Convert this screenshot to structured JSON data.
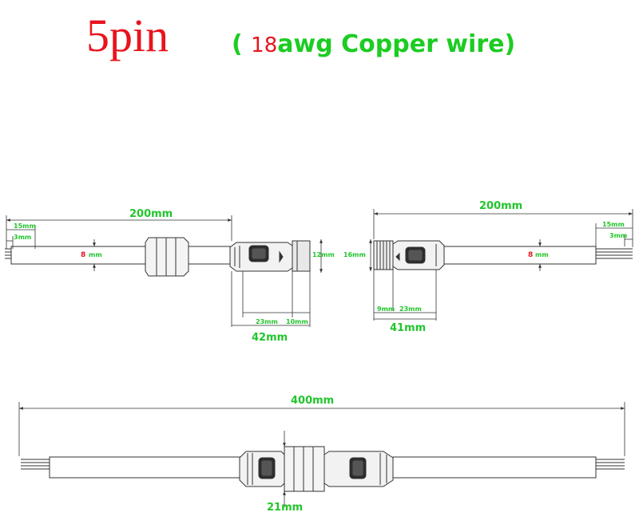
{
  "title": {
    "pin_count": "5pin",
    "open_paren": "(",
    "awg": "18",
    "wire_type": "awg Copper wire)"
  },
  "male_cable": {
    "length": "200mm",
    "strip_length": "15mm",
    "tin_length": "3mm",
    "wire_diameter_value": "8",
    "wire_diameter_unit": "mm",
    "connector_diameter": "12mm",
    "body_length": "23mm",
    "tip_length": "10mm",
    "total_length": "42mm"
  },
  "female_cable": {
    "length": "200mm",
    "strip_length": "15mm",
    "tin_length": "3mm",
    "wire_diameter_value": "8",
    "wire_diameter_unit": "mm",
    "connector_diameter": "16mm",
    "thread_length": "9mm",
    "body_length": "23mm",
    "total_length": "41mm"
  },
  "assembly": {
    "total_length": "400mm",
    "connector_diameter": "21mm"
  }
}
